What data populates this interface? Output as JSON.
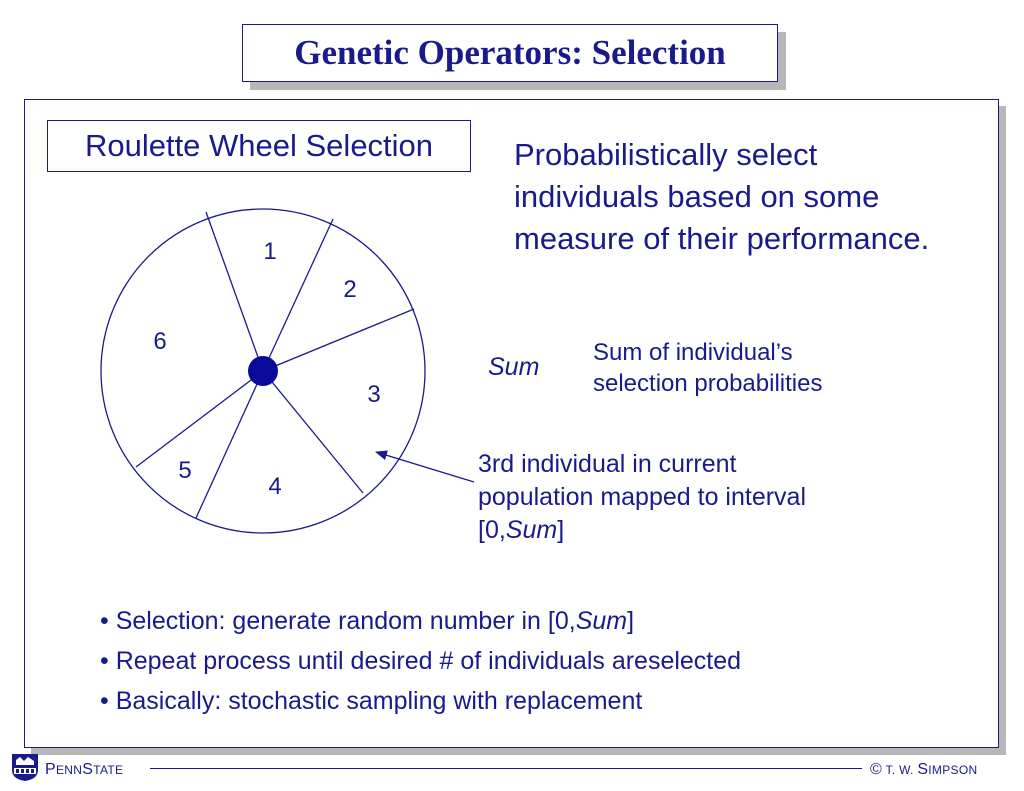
{
  "title": "Genetic Operators: Selection",
  "roulette_heading": "Roulette Wheel Selection",
  "description": "Probabilistically select individuals based on some measure of their performance.",
  "wheel": {
    "segment_labels": [
      "1",
      "2",
      "3",
      "4",
      "5",
      "6"
    ]
  },
  "sum": {
    "label": "Sum",
    "description_line1": "Sum of individual’s",
    "description_line2": "selection probabilities"
  },
  "third_individual": {
    "line1": "3rd individual in current",
    "line2": "population mapped to interval",
    "line3_prefix": "[0,",
    "line3_italic": "Sum",
    "line3_suffix": "]"
  },
  "bullets": {
    "b1_prefix": "• Selection: generate random number in [0,",
    "b1_italic": "Sum",
    "b1_suffix": "]",
    "b2": "• Repeat process until desired # of individuals areselected",
    "b3": "• Basically: stochastic sampling with replacement"
  },
  "footer": {
    "left_first": "P",
    "left_rest1": "ENN",
    "left_big2": "S",
    "left_rest2": "TATE",
    "right_symbol": "©",
    "right_rest1": " T. W. ",
    "right_big": "S",
    "right_rest2": "IMPSON"
  },
  "colors": {
    "primary": "#1a1a8c",
    "shadow": "#b7b7b7",
    "background": "#ffffff"
  }
}
